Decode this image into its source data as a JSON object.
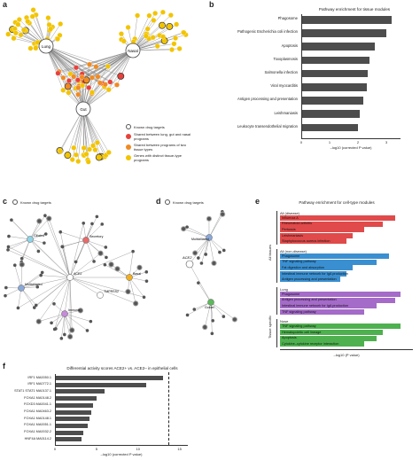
{
  "panel_labels": {
    "a": "a",
    "b": "b",
    "c": "c",
    "d": "d",
    "e": "e",
    "f": "f"
  },
  "panel_a": {
    "hubs": {
      "lung": "Lung",
      "nasal": "Nasal",
      "gut": "Gut"
    },
    "legend": [
      {
        "text": "Known drug targets",
        "color": "#ffffff",
        "border": "#555555"
      },
      {
        "text": "Shared between lung, gut and nasal programs",
        "color": "#e8413a",
        "border": "#e8413a"
      },
      {
        "text": "Shared between programs of two tissue types",
        "color": "#f08a22",
        "border": "#f08a22"
      },
      {
        "text": "Genes with distinct tissue-type programs",
        "color": "#f2c400",
        "border": "#f2c400"
      }
    ]
  },
  "panel_b": {
    "title": "Pathway enrichment for tissue modules",
    "xlabel": "–log10 (corrected P value)",
    "color": "#4d4d4d"
  },
  "panel_c": {
    "legend": "Known drug targets",
    "hubs": {
      "ciliated": "Ciliated",
      "secretory": "Secretory",
      "basal": "Basal",
      "ace2": "ACE2",
      "tmprss2": "TMPRSS2",
      "multi": "Multicilliated",
      "immune": "Immune"
    }
  },
  "panel_d": {
    "legend": "Known drug targets",
    "hubs": {
      "ace2": "ACE2",
      "multicilliated": "Multicilliated",
      "goblet": "Goblet"
    }
  },
  "panel_e": {
    "title": "Pathway enrichment for cell-type modules",
    "xlabel": "–log10 (P value)",
    "side_labels": {
      "all": "All tissues",
      "tissue": "Tissue specific"
    },
    "groups": [
      {
        "name": "All (disease)",
        "color": "#e04a4a",
        "items": [
          "Influenza A",
          "Rheumatoid arthritis",
          "Pertussis",
          "Leishmaniasis",
          "Staphylococcus aureus infection"
        ],
        "values": [
          19,
          17,
          14,
          12,
          11
        ]
      },
      {
        "name": "All (non-disease)",
        "color": "#3a8fd0",
        "items": [
          "Phagosome",
          "TNF signaling pathway",
          "Fat digestion and absorption",
          "Intestinal immune network for IgA production",
          "Antigen processing and presentation"
        ],
        "values": [
          18,
          16,
          12,
          11,
          10
        ]
      },
      {
        "name": "Lung",
        "color": "#a46bc8",
        "items": [
          "Phagosome",
          "Antigen processing and presentation",
          "Intestinal immune network for IgA production",
          "TNF signaling pathway"
        ],
        "values": [
          20,
          19,
          16,
          14
        ]
      },
      {
        "name": "Nose",
        "color": "#4eb04e",
        "items": [
          "TNF signaling pathway",
          "Hematopoietic cell lineage",
          "Apoptosis",
          "Cytokine–cytokine receptor interaction"
        ],
        "values": [
          20,
          17,
          16,
          14
        ]
      }
    ]
  },
  "panel_f": {
    "title": "Differential activity scores ACE2+ vs. ACE2– in epithelial cells",
    "xlabel": "–log10 (corrected P value)",
    "color": "#4d4d4d"
  },
  "chart_data": [
    {
      "type": "bar",
      "title": "Pathway enrichment for tissue modules",
      "xlabel": "–log10 (corrected P value)",
      "categories": [
        "Phagosome",
        "Pathogenic Escherichia coli infection",
        "Apoptosis",
        "Toxoplasmosis",
        "Salmonella infection",
        "Viral myocarditis",
        "Antigen processing and presentation",
        "Leishmaniasis",
        "Leukocyte transendothelial migration"
      ],
      "values": [
        3.2,
        3.0,
        2.6,
        2.4,
        2.35,
        2.3,
        2.2,
        2.05,
        2.0
      ],
      "xlim": [
        0,
        3.5
      ],
      "xticks": [
        0,
        1,
        2,
        3
      ]
    },
    {
      "type": "bar",
      "title": "Differential activity scores ACE2+ vs. ACE2– in epithelial cells",
      "xlabel": "–log10 (corrected P value)",
      "categories": [
        "IRF1 MA0050.1",
        "IRF1 MA0772.1",
        "STAT1 STAT1 MA0137.1",
        "FOXA1 MA0148.2",
        "FOXD3 MA0041.1",
        "FOXA1 MA0463.2",
        "FOXA1 MA0148.1",
        "FOXA1 MA0051.1",
        "FOXA1 MA0032.2",
        "HNF4A MA0114.2"
      ],
      "values": [
        13,
        11,
        6,
        5,
        4.6,
        4.4,
        4.2,
        3.9,
        3.4,
        3.2
      ],
      "xlim": [
        0,
        16
      ],
      "xticks": [
        0,
        5,
        10,
        15
      ],
      "threshold": 13.7
    }
  ]
}
